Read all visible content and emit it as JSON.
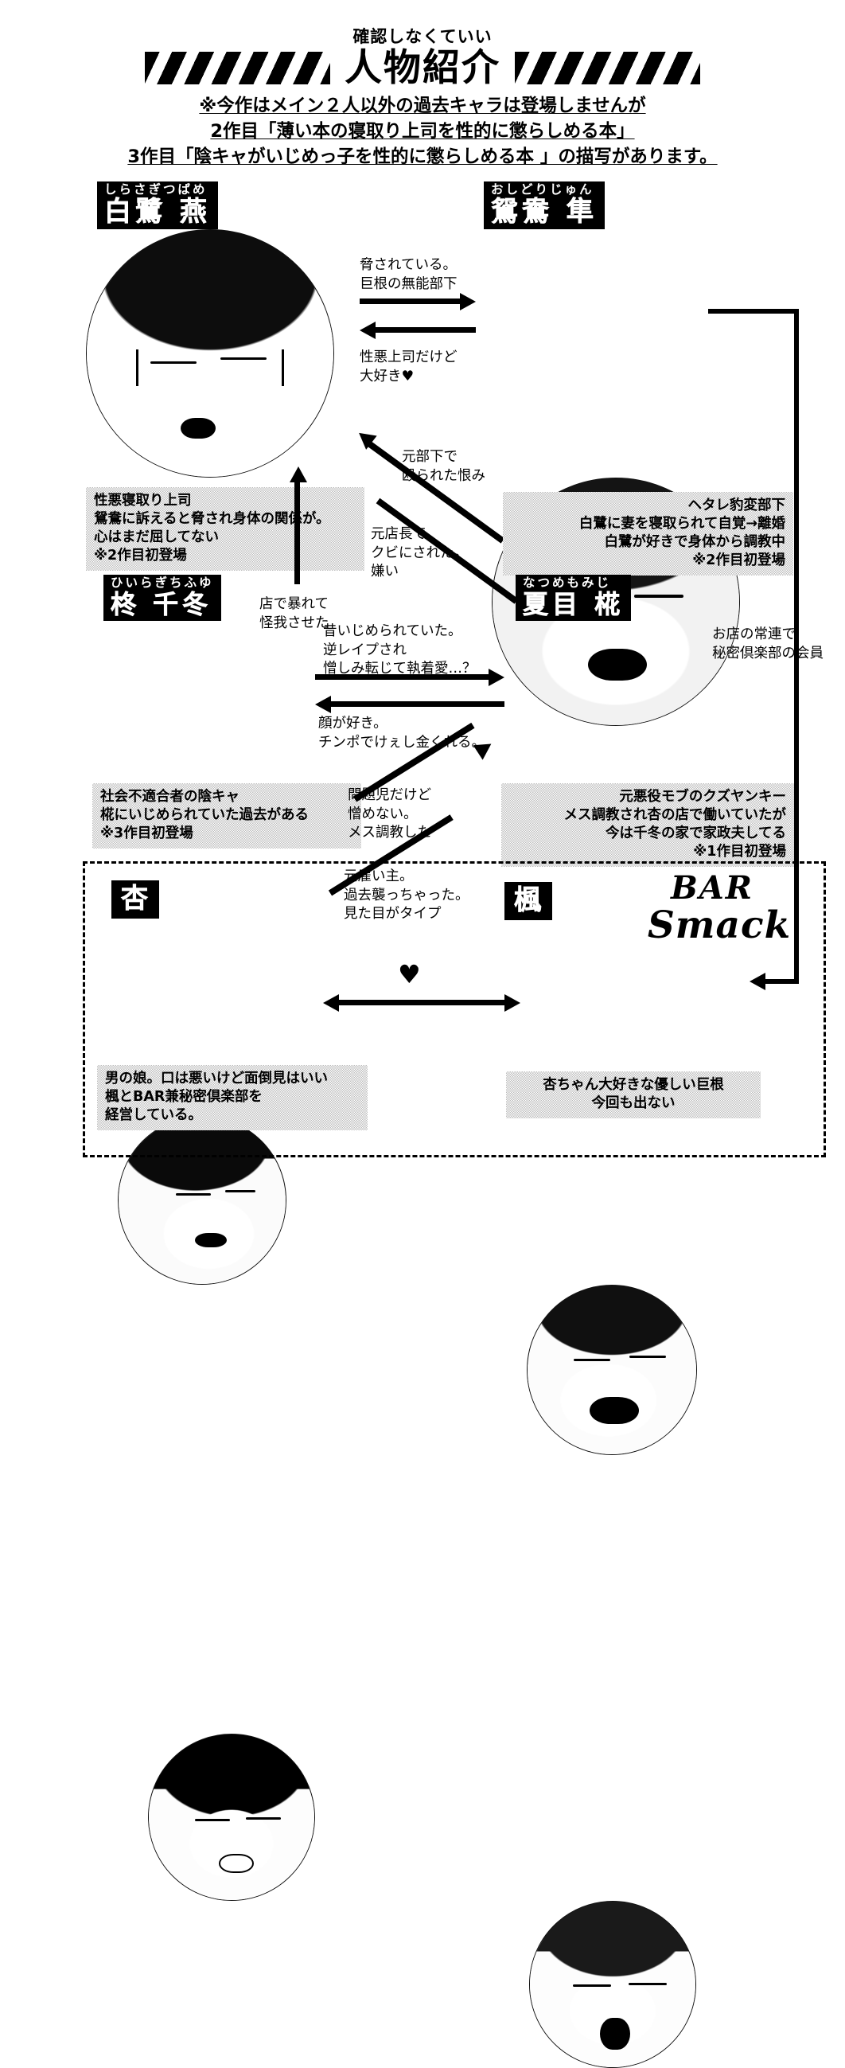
{
  "header": {
    "subtitle": "確認しなくていい",
    "title": "人物紹介",
    "hazard_left": "hazard-stripe-left",
    "hazard_right": "hazard-stripe-right"
  },
  "notice": {
    "line1": "※今作はメイン２人以外の過去キャラは登場しませんが",
    "line2": "2作目「薄い本の寝取り上司を性的に懲らしめる本」",
    "line3": "3作目「陰キャがいじめっ子を性的に懲らしめる本 」の描写があります。"
  },
  "characters": [
    {
      "id": "shirasagi",
      "kana": "しらさぎつばめ",
      "kanji": "白鷺 燕",
      "description": "性悪寝取り上司\n鴛鴦に訴えると脅され身体の関係が。\n心はまだ屈してない\n※2作目初登場"
    },
    {
      "id": "oshidori",
      "kana": "おしどりじゅん",
      "kanji": "鴛鴦 隼",
      "description": "ヘタレ豹変部下\n白鷺に妻を寝取られて自覚→離婚\n白鷺が好きで身体から調教中\n※2作目初登場"
    },
    {
      "id": "hiiragi",
      "kana": "ひいらぎちふゆ",
      "kanji": "柊 千冬",
      "description": "社会不適合者の陰キャ\n椛にいじめられていた過去がある\n※3作目初登場"
    },
    {
      "id": "natsume",
      "kana": "なつめもみじ",
      "kanji": "夏目 椛",
      "description": "元悪役モブのクズヤンキー\nメス調教され杏の店で働いていたが\n今は千冬の家で家政夫してる\n※1作目初登場"
    },
    {
      "id": "anzu",
      "kana": "",
      "kanji": "杏",
      "description": "男の娘。口は悪いけど面倒見はいい\n楓とBAR兼秘密倶楽部を\n経営している。"
    },
    {
      "id": "kaede",
      "kana": "",
      "kanji": "楓",
      "description": "杏ちゃん大好きな優しい巨根\n今回も出ない"
    }
  ],
  "relations": {
    "shirasagi_to_oshidori": "脅されている。\n巨根の無能部下",
    "oshidori_to_shirasagi": "性悪上司だけど\n大好き♥",
    "natsume_to_shirasagi": "元部下で\n殴られた恨み",
    "natsume_to_shirasagi_2": "元店長で\nクビにされた。\n嫌い",
    "hiiragi_damage": "店で暴れて\n怪我させた",
    "hiiragi_to_natsume": "昔いじめられていた。\n逆レイプされ\n憎しみ転じて執着愛…？",
    "natsume_to_hiiragi": "顔が好き。\nチンポでけぇし金くれる。",
    "natsume_to_anzu": "問題児だけど\n憎めない。\nメス調教した",
    "anzu_to_natsume": "元雇い主。\n過去襲っちゃった。\n見た目がタイプ",
    "oshidori_to_bar": "お店の常連で\n秘密倶楽部の会員",
    "anzu_kaede_heart": "♥"
  },
  "bar": {
    "logo_line1": "BAR",
    "logo_line2": "Smack"
  }
}
